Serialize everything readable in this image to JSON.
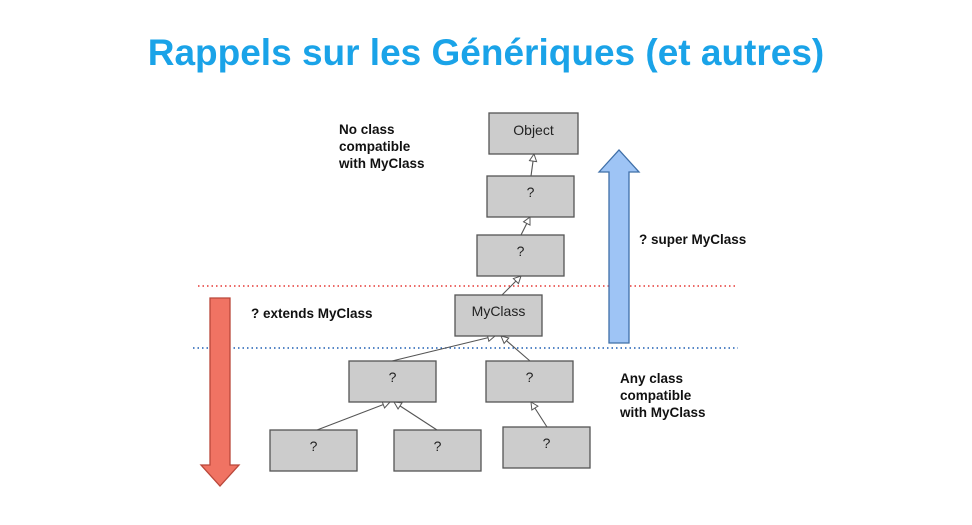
{
  "title": "Rappels sur les Génériques (et autres)",
  "colors": {
    "title": "#1aa3e8",
    "super_arrow": "#9ec4f5",
    "extends_arrow": "#f07363",
    "red_line": "#e53935",
    "blue_line": "#1e5fb4"
  },
  "notes": {
    "no_class": "No class\ncompatible\nwith MyClass",
    "any_class": "Any class\ncompatible\nwith MyClass",
    "super": "? super MyClass",
    "extends": "? extends MyClass"
  },
  "nodes": {
    "object": "Object",
    "super1": "?",
    "super2": "?",
    "myclass": "MyClass",
    "sub_left": "?",
    "sub_right": "?",
    "leaf1": "?",
    "leaf2": "?",
    "leaf3": "?"
  }
}
